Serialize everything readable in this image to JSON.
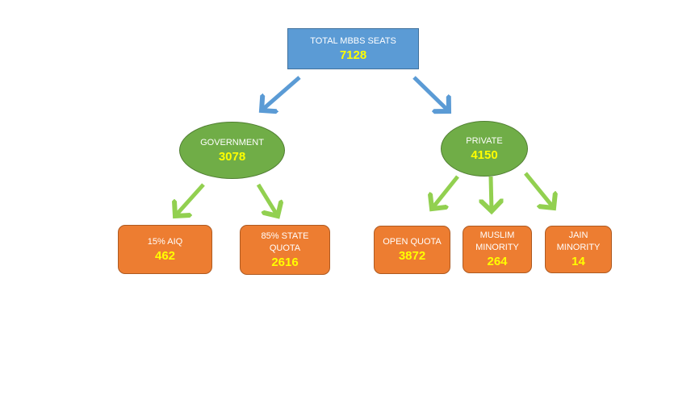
{
  "colors": {
    "root_fill": "#5b9bd5",
    "category_fill": "#70ad47",
    "leaf_fill": "#ed7d31",
    "value_text": "#ffff00",
    "label_text": "#ffffff",
    "root_arrow": "#5b9bd5",
    "child_arrow": "#92d050"
  },
  "root": {
    "label": "TOTAL MBBS SEATS",
    "value": "7128"
  },
  "categories": [
    {
      "label": "GOVERNMENT",
      "value": "3078",
      "children": [
        {
          "label": "15% AIQ",
          "value": "462"
        },
        {
          "label": "85% STATE QUOTA",
          "value": "2616"
        }
      ]
    },
    {
      "label": "PRIVATE",
      "value": "4150",
      "children": [
        {
          "label": "OPEN QUOTA",
          "value": "3872"
        },
        {
          "label": "MUSLIM MINORITY",
          "value": "264"
        },
        {
          "label": "JAIN MINORITY",
          "value": "14"
        }
      ]
    }
  ]
}
